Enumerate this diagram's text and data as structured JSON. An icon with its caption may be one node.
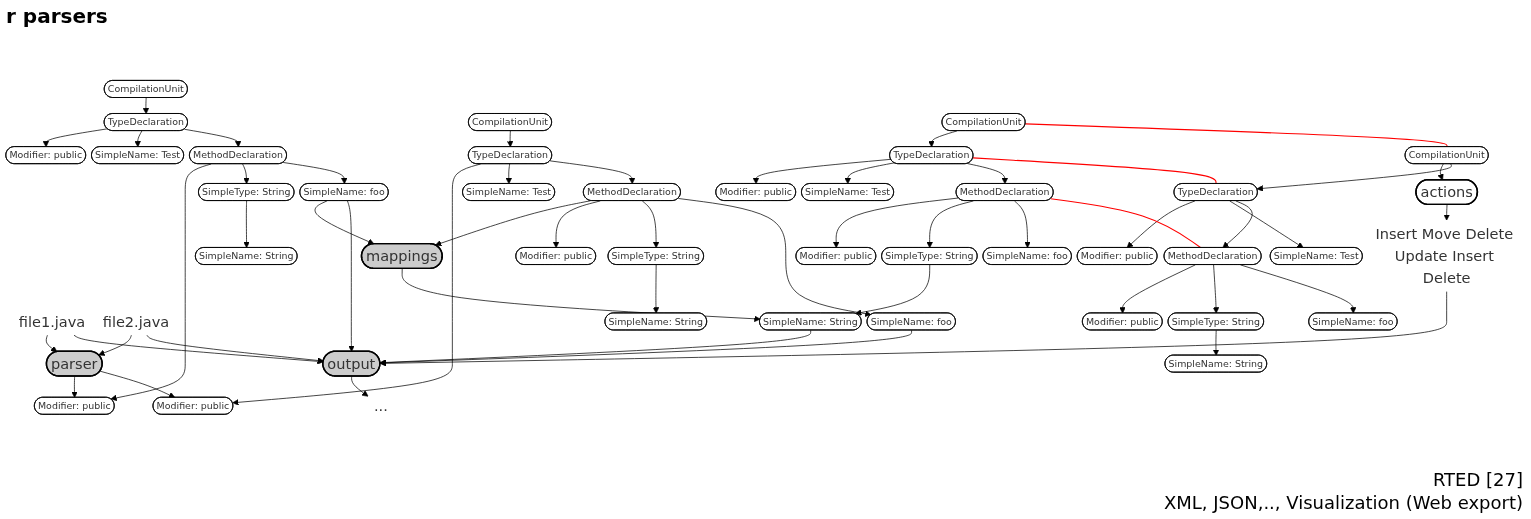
{
  "diagram": {
    "title": "r parsers",
    "nodes": [
      {
        "text": [
          "file1.java"
        ]
      },
      {
        "text": [
          "file2.java"
        ]
      },
      {
        "text": [
          "parser"
        ]
      },
      {
        "text": [
          "CompilationUnit"
        ]
      },
      {
        "text": [
          "TypeDeclaration"
        ]
      },
      {
        "text": [
          "Modifier: public"
        ]
      },
      {
        "text": [
          "SimpleName: Test"
        ]
      },
      {
        "text": [
          "MethodDeclaration"
        ]
      },
      {
        "text": [
          "Modifier: public"
        ]
      },
      {
        "text": [
          "SimpleType: String"
        ]
      },
      {
        "text": [
          "SimpleName: foo"
        ]
      },
      {
        "text": [
          "SimpleName: String"
        ]
      },
      {
        "text": [
          "CompilationUnit"
        ]
      },
      {
        "text": [
          "TypeDeclaration"
        ]
      },
      {
        "text": [
          "Modifier: public"
        ]
      },
      {
        "text": [
          "SimpleName: Test"
        ]
      },
      {
        "text": [
          "MethodDeclaration"
        ]
      },
      {
        "text": [
          "Modifier: public"
        ]
      },
      {
        "text": [
          "SimpleType: String"
        ]
      },
      {
        "text": [
          "SimpleName: foo"
        ]
      },
      {
        "text": [
          "SimpleName: String"
        ]
      },
      {
        "text": [
          "mappings"
        ]
      },
      {
        "text": [
          "CompilationUnit"
        ]
      },
      {
        "text": [
          "TypeDeclaration"
        ]
      },
      {
        "text": [
          "Modifier: public"
        ]
      },
      {
        "text": [
          "SimpleName: Test"
        ]
      },
      {
        "text": [
          "MethodDeclaration"
        ]
      },
      {
        "text": [
          "Modifier: public"
        ]
      },
      {
        "text": [
          "SimpleType: String"
        ]
      },
      {
        "text": [
          "SimpleName: foo"
        ]
      },
      {
        "text": [
          "SimpleName: String"
        ]
      },
      {
        "text": [
          "CompilationUnit"
        ]
      },
      {
        "text": [
          "TypeDeclaration"
        ]
      },
      {
        "text": [
          "Modifier: public"
        ]
      },
      {
        "text": [
          "SimpleName: Test"
        ]
      },
      {
        "text": [
          "MethodDeclaration"
        ]
      },
      {
        "text": [
          "Modifier: public"
        ]
      },
      {
        "text": [
          "SimpleType: String"
        ]
      },
      {
        "text": [
          "SimpleName: foo"
        ]
      },
      {
        "text": [
          "SimpleName: String"
        ]
      },
      {
        "text": [
          "actions"
        ]
      },
      {
        "text": [
          "Insert Move Delete Update Insert Delete"
        ]
      },
      {
        "text": [
          "output"
        ]
      },
      {
        "text": [
          "..."
        ]
      }
    ],
    "edges": [
      {
        "from": 0,
        "to": 2,
        "arrow": "to"
      },
      {
        "from": 1,
        "to": 2,
        "arrow": "to"
      },
      {
        "from": 2,
        "to": 8,
        "arrow": "to"
      },
      {
        "from": 2,
        "to": 14,
        "arrow": "to"
      },
      {
        "from": 10,
        "to": 21,
        "arrow": "to"
      },
      {
        "from": 16,
        "to": 21,
        "arrow": "to"
      },
      {
        "from": 21,
        "to": 30,
        "arrow": "to"
      },
      {
        "from": 31,
        "to": 40,
        "arrow": "to"
      },
      {
        "from": 40,
        "to": 41,
        "arrow": "to"
      },
      {
        "from": 0,
        "to": 42,
        "arrow": "to"
      },
      {
        "from": 1,
        "to": 42,
        "arrow": "to"
      },
      {
        "from": 10,
        "to": 42,
        "arrow": "to"
      },
      {
        "from": 19,
        "to": 42,
        "arrow": "to"
      },
      {
        "from": 30,
        "to": 42,
        "arrow": "to"
      },
      {
        "from": 41,
        "to": 42,
        "arrow": "to"
      },
      {
        "from": 42,
        "to": 43,
        "arrow": "to"
      },
      {
        "from": 3,
        "to": 4,
        "arrow": "to"
      },
      {
        "from": 4,
        "to": 5,
        "arrow": "to"
      },
      {
        "from": 4,
        "to": 6,
        "arrow": "to"
      },
      {
        "from": 4,
        "to": 7,
        "arrow": "to"
      },
      {
        "from": 7,
        "to": 8,
        "arrow": "to"
      },
      {
        "from": 7,
        "to": 9,
        "arrow": "to"
      },
      {
        "from": 7,
        "to": 10,
        "arrow": "to"
      },
      {
        "from": 9,
        "to": 11,
        "arrow": "to"
      },
      {
        "from": 12,
        "to": 13,
        "arrow": "to"
      },
      {
        "from": 13,
        "to": 14,
        "arrow": "to"
      },
      {
        "from": 13,
        "to": 15,
        "arrow": "to"
      },
      {
        "from": 13,
        "to": 16,
        "arrow": "to"
      },
      {
        "from": 16,
        "to": 17,
        "arrow": "to"
      },
      {
        "from": 16,
        "to": 18,
        "arrow": "to"
      },
      {
        "from": 16,
        "to": 19,
        "arrow": "to"
      },
      {
        "from": 18,
        "to": 20,
        "arrow": "to"
      },
      {
        "from": 22,
        "to": 23,
        "arrow": "to"
      },
      {
        "from": 23,
        "to": 24,
        "arrow": "to"
      },
      {
        "from": 23,
        "to": 25,
        "arrow": "to"
      },
      {
        "from": 23,
        "to": 26,
        "arrow": "to"
      },
      {
        "from": 26,
        "to": 27,
        "arrow": "to"
      },
      {
        "from": 26,
        "to": 28,
        "arrow": "to"
      },
      {
        "from": 26,
        "to": 29,
        "arrow": "to"
      },
      {
        "from": 28,
        "to": 30,
        "arrow": "to"
      },
      {
        "from": 31,
        "to": 32,
        "arrow": "to"
      },
      {
        "from": 32,
        "to": 33,
        "arrow": "to"
      },
      {
        "from": 32,
        "to": 34,
        "arrow": "to"
      },
      {
        "from": 32,
        "to": 35,
        "arrow": "to"
      },
      {
        "from": 35,
        "to": 36,
        "arrow": "to"
      },
      {
        "from": 35,
        "to": 37,
        "arrow": "to"
      },
      {
        "from": 35,
        "to": 38,
        "arrow": "to"
      },
      {
        "from": 37,
        "to": 39,
        "arrow": "to"
      },
      {
        "from": 22,
        "to": 31,
        "arrow": "none",
        "color": "#ff0000"
      },
      {
        "from": 23,
        "to": 32,
        "arrow": "none",
        "color": "#ff0000"
      },
      {
        "from": 26,
        "to": 35,
        "arrow": "none",
        "color": "#ff0000"
      }
    ],
    "labels": [
      "RTED [27]",
      "XML, JSON,.., Visualization (Web export)"
    ]
  }
}
